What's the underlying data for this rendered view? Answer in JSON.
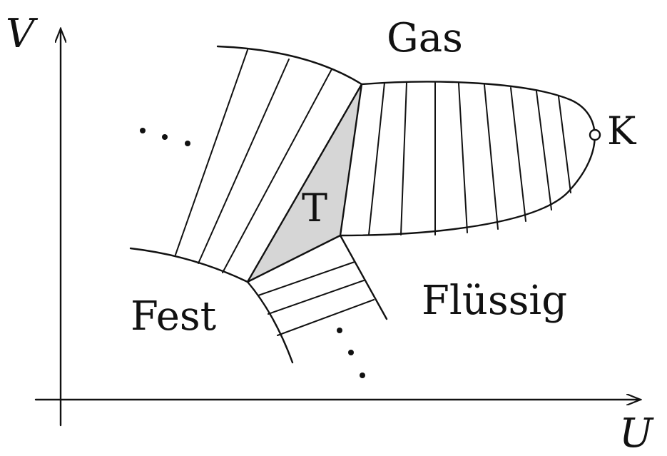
{
  "axes": {
    "x_label": "U",
    "y_label": "V"
  },
  "regions": {
    "gas": "Gas",
    "liquid": "Flüssig",
    "solid": "Fest",
    "triple": "T",
    "critical": "K"
  },
  "colors": {
    "ink": "#111111",
    "triple_fill": "#d6d6d6",
    "background": "#ffffff"
  }
}
